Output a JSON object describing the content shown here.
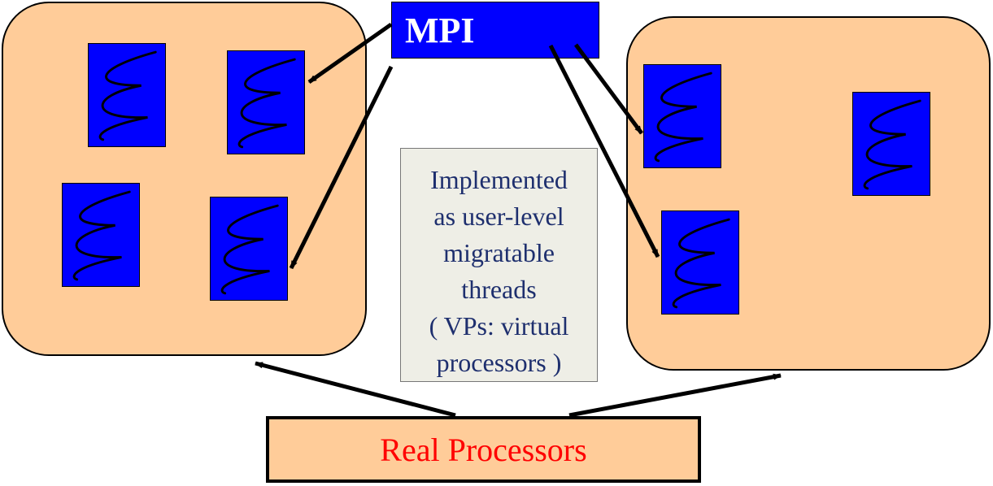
{
  "mpi": {
    "label": "MPI"
  },
  "note": {
    "lines": [
      "Implemented",
      "as user-level",
      "migratable",
      "threads",
      "( VPs: virtual",
      "processors )"
    ]
  },
  "real_processors": {
    "label": "Real Processors"
  },
  "colors": {
    "processor_fill": "#FFCC99",
    "vp_fill": "#0000FF",
    "note_fill": "#EEEEE6",
    "note_text": "#1E2F6E",
    "real_processors_text": "#FF0000",
    "mpi_text": "#FFFFFF"
  }
}
